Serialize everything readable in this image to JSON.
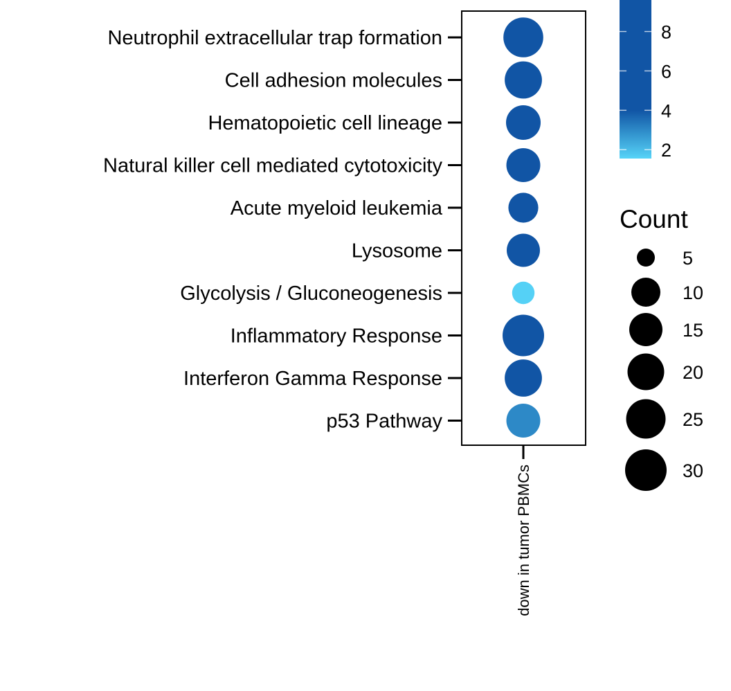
{
  "chart_data": {
    "type": "scatter",
    "subtype": "dot-plot",
    "x_categories": [
      "down in tumor PBMCs"
    ],
    "y_categories": [
      "Neutrophil extracellular trap formation",
      "Cell adhesion molecules",
      "Hematopoietic cell lineage",
      "Natural killer cell mediated cytotoxicity",
      "Acute myeloid leukemia",
      "Lysosome",
      "Glycolysis / Gluconeogenesis",
      "Inflammatory Response",
      "Interferon Gamma Response",
      "p53 Pathway"
    ],
    "points": [
      {
        "term": "Neutrophil extracellular trap formation",
        "group": "down in tumor PBMCs",
        "count": 26,
        "color_value": 9.0
      },
      {
        "term": "Cell adhesion molecules",
        "group": "down in tumor PBMCs",
        "count": 21,
        "color_value": 8.0
      },
      {
        "term": "Hematopoietic cell lineage",
        "group": "down in tumor PBMCs",
        "count": 17,
        "color_value": 7.0
      },
      {
        "term": "Natural killer cell mediated cytotoxicity",
        "group": "down in tumor PBMCs",
        "count": 16,
        "color_value": 6.0
      },
      {
        "term": "Acute myeloid leukemia",
        "group": "down in tumor PBMCs",
        "count": 11,
        "color_value": 5.0
      },
      {
        "term": "Lysosome",
        "group": "down in tumor PBMCs",
        "count": 15,
        "color_value": 5.0
      },
      {
        "term": "Glycolysis / Gluconeogenesis",
        "group": "down in tumor PBMCs",
        "count": 7,
        "color_value": 1.6
      },
      {
        "term": "Inflammatory Response",
        "group": "down in tumor PBMCs",
        "count": 30,
        "color_value": 9.5
      },
      {
        "term": "Interferon Gamma Response",
        "group": "down in tumor PBMCs",
        "count": 21,
        "color_value": 8.0
      },
      {
        "term": "p53 Pathway",
        "group": "down in tumor PBMCs",
        "count": 16,
        "color_value": 3.0
      }
    ],
    "color_legend": {
      "title": "",
      "ticks": [
        2,
        4,
        6,
        8
      ],
      "range": [
        1.55,
        9.6
      ],
      "low_color": "#56D4F8",
      "high_color": "#1155A5",
      "saturate_at": 4
    },
    "size_legend": {
      "title": "Count",
      "values": [
        5,
        10,
        15,
        20,
        25,
        30
      ]
    },
    "grid": false
  }
}
